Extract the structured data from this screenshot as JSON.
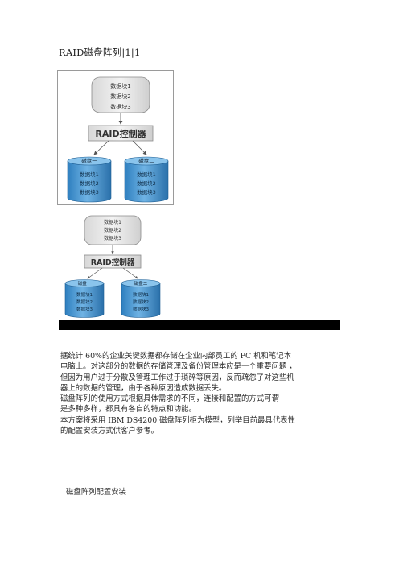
{
  "doc": {
    "title": "RAID磁盘阵列|1|1",
    "section_heading": "磁盘阵列配置安装"
  },
  "figure1": {
    "blocks": [
      "数据块1",
      "数据块2",
      "数据块3"
    ],
    "controller": "RAID控制器",
    "disk1": {
      "label": "磁盘一",
      "blocks": [
        "数据块1",
        "数据块2",
        "数据块3"
      ]
    },
    "disk2": {
      "label": "磁盘二",
      "blocks": [
        "数据块1",
        "数据块2",
        "数据块3"
      ]
    }
  },
  "figure2": {
    "blocks": [
      "数据块1",
      "数据块2",
      "数据块3"
    ],
    "controller": "RAID控制器",
    "disk1": {
      "label": "磁盘一",
      "blocks": [
        "数据块1",
        "数据块2",
        "数据块3"
      ]
    },
    "disk2": {
      "label": "磁盘二",
      "blocks": [
        "数据块1",
        "数据块2",
        "数据块3"
      ]
    }
  },
  "paragraph": {
    "lines": [
      "据统计 60%的企业关键数据都存储在企业内部员工的 PC 机和笔记本",
      "电脑上。对这部分的数据的存储管理及备份管理本应是一个重要问题 ，",
      "但因为用户过于分散及管理工作过于琐碎等原因，反而疏忽了对这些机",
      "器上的数据的管理，由于各种原因造成数据丢失。",
      "磁盘阵列的使用方式根据具体需求的不同，连接和配置的方式可谓",
      "是多种多样，都具有各自的特点和功能。",
      "本方案将采用 IBM DS4200 磁盘阵列柜为模型，列举目前最具代表性",
      "的配置安装方式供客户参考。"
    ]
  }
}
